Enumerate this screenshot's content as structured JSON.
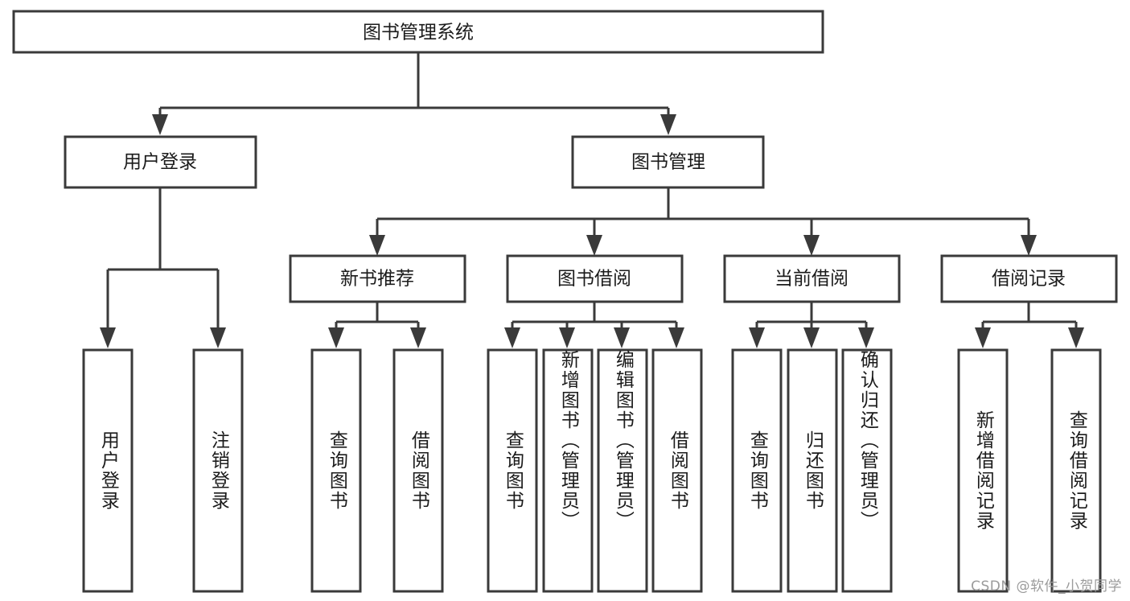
{
  "diagram": {
    "type": "tree-hierarchy",
    "title": "图书管理系统",
    "orientation": "top-down",
    "colors": {
      "box_stroke": "#3a3a3a",
      "box_fill": "#ffffff",
      "text": "#1b1b1b",
      "connector": "#3a3a3a",
      "background": "#ffffff",
      "watermark": "#9b9b9b"
    },
    "root": {
      "label": "图书管理系统"
    },
    "level2": [
      {
        "label": "用户登录"
      },
      {
        "label": "图书管理"
      }
    ],
    "level3": [
      {
        "label": "新书推荐"
      },
      {
        "label": "图书借阅"
      },
      {
        "label": "当前借阅"
      },
      {
        "label": "借阅记录"
      }
    ],
    "leaves": {
      "user_login": [
        {
          "label": "用户登录"
        },
        {
          "label": "注销登录"
        }
      ],
      "new_book_recommend": [
        {
          "label": "查询图书"
        },
        {
          "label": "借阅图书"
        }
      ],
      "book_borrow": [
        {
          "label": "查询图书"
        },
        {
          "label": "新增图书（管理员）"
        },
        {
          "label": "编辑图书（管理员）"
        },
        {
          "label": "借阅图书"
        }
      ],
      "current_borrow": [
        {
          "label": "查询图书"
        },
        {
          "label": "归还图书"
        },
        {
          "label": "确认归还（管理员）"
        }
      ],
      "borrow_record": [
        {
          "label": "新增借阅记录"
        },
        {
          "label": "查询借阅记录"
        }
      ]
    },
    "watermark": "CSDN @软件_小贺同学"
  }
}
